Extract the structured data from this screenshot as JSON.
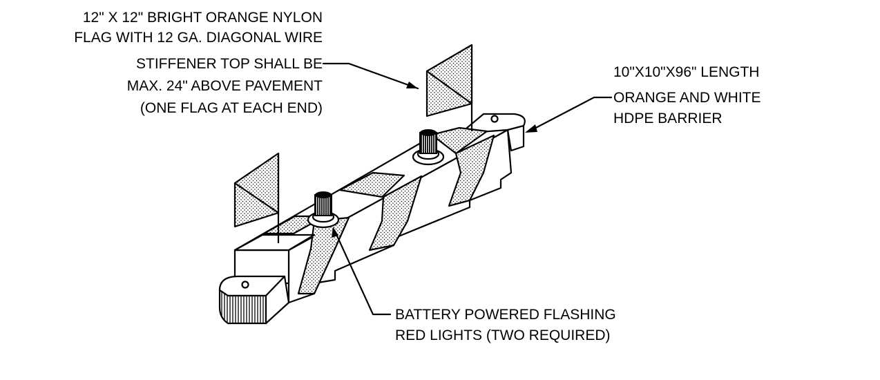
{
  "callouts": {
    "flag": [
      "12\" X 12\" BRIGHT ORANGE NYLON",
      "FLAG WITH 12 GA. DIAGONAL WIRE",
      "STIFFENER TOP SHALL BE",
      "MAX. 24\" ABOVE PAVEMENT",
      "(ONE FLAG AT EACH END)"
    ],
    "barrier": [
      "10\"X10\"X96\" LENGTH",
      "ORANGE AND WHITE",
      "HDPE BARRIER"
    ],
    "lights": [
      "BATTERY POWERED FLASHING",
      "RED LIGHTS (TWO REQUIRED)"
    ]
  },
  "colors": {
    "line": "#000000",
    "dot_fill": "#000000",
    "background": "#ffffff"
  }
}
